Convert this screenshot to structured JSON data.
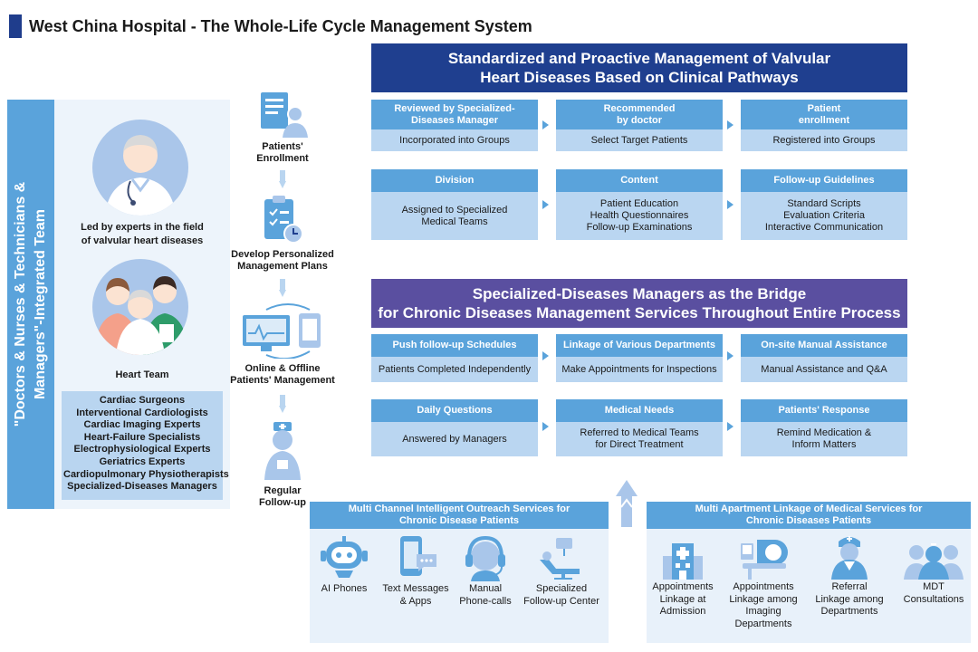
{
  "title": "West China Hospital - The Whole-Life Cycle Management System",
  "left_panel": {
    "vertical_text": [
      "\"Doctors & Nurses & Technicians &",
      "Managers\"-Integrated Team"
    ],
    "expert_caption": [
      "Led by experts in the field",
      "of valvular heart diseases"
    ],
    "team_caption": "Heart Team",
    "team_members": [
      "Cardiac Surgeons",
      "Interventional Cardiologists",
      "Cardiac Imaging Experts",
      "Heart-Failure Specialists",
      "Electrophysiological Experts",
      "Geriatrics Experts",
      "Cardiopulmonary Physiotherapists",
      "Specialized-Diseases Managers"
    ]
  },
  "flow": [
    {
      "label": [
        "Patients'",
        "Enrollment"
      ],
      "icon": "patient-document-icon"
    },
    {
      "label": [
        "Develop Personalized",
        "Management Plans"
      ],
      "icon": "clipboard-clock-icon"
    },
    {
      "label": [
        "Online & Offline",
        "Patients' Management"
      ],
      "icon": "monitor-sync-icon"
    },
    {
      "label": [
        "Regular",
        "Follow-up"
      ],
      "icon": "nurse-icon"
    }
  ],
  "section1": {
    "title": [
      "Standardized and Proactive Management of Valvular",
      "Heart Diseases Based on Clinical Pathways"
    ],
    "row1": [
      {
        "head": [
          "Reviewed by Specialized-",
          "Diseases Manager"
        ],
        "body": [
          "Incorporated into Groups"
        ]
      },
      {
        "head": [
          "Recommended",
          "by doctor"
        ],
        "body": [
          "Select Target Patients"
        ]
      },
      {
        "head": [
          "Patient",
          "enrollment"
        ],
        "body": [
          "Registered into Groups"
        ]
      }
    ],
    "row2": [
      {
        "head": [
          "Division"
        ],
        "body": [
          "Assigned to Specialized",
          "Medical Teams"
        ]
      },
      {
        "head": [
          "Content"
        ],
        "body": [
          "Patient Education",
          "Health Questionnaires",
          "Follow-up Examinations"
        ]
      },
      {
        "head": [
          "Follow-up Guidelines"
        ],
        "body": [
          "Standard Scripts",
          "Evaluation Criteria",
          "Interactive Communication"
        ]
      }
    ]
  },
  "section2": {
    "title": [
      "Specialized-Diseases Managers as the Bridge",
      "for Chronic Diseases Management Services Throughout Entire Process"
    ],
    "row1": [
      {
        "head": [
          "Push follow-up Schedules"
        ],
        "body": [
          "Patients Completed Independently"
        ]
      },
      {
        "head": [
          "Linkage of Various Departments"
        ],
        "body": [
          "Make Appointments for Inspections"
        ]
      },
      {
        "head": [
          "On-site Manual Assistance"
        ],
        "body": [
          "Manual Assistance and Q&A"
        ]
      }
    ],
    "row2": [
      {
        "head": [
          "Daily Questions"
        ],
        "body": [
          "Answered by Managers"
        ]
      },
      {
        "head": [
          "Medical Needs"
        ],
        "body": [
          "Referred to Medical Teams",
          "for Direct Treatment"
        ]
      },
      {
        "head": [
          "Patients' Response"
        ],
        "body": [
          "Remind Medication &",
          "Inform Matters"
        ]
      }
    ]
  },
  "bottom_left": {
    "title": [
      "Multi Channel Intelligent Outreach Services for",
      "Chronic Disease Patients"
    ],
    "items": [
      {
        "label": [
          "AI Phones"
        ],
        "icon": "robot-icon"
      },
      {
        "label": [
          "Text Messages",
          "& Apps"
        ],
        "icon": "smartphone-chat-icon"
      },
      {
        "label": [
          "Manual",
          "Phone-calls"
        ],
        "icon": "headset-icon"
      },
      {
        "label": [
          "Specialized",
          "Follow-up Center"
        ],
        "icon": "dental-chair-icon"
      }
    ]
  },
  "bottom_right": {
    "title": [
      "Multi Apartment Linkage of Medical Services for",
      "Chronic Diseases Patients"
    ],
    "items": [
      {
        "label": [
          "Appointments",
          "Linkage at",
          "Admission"
        ],
        "icon": "hospital-building-icon"
      },
      {
        "label": [
          "Appointments",
          "Linkage among",
          "Imaging",
          "Departments"
        ],
        "icon": "mri-scanner-icon"
      },
      {
        "label": [
          "Referral",
          "Linkage among",
          "Departments"
        ],
        "icon": "doctor-icon"
      },
      {
        "label": [
          "MDT",
          "Consultations"
        ],
        "icon": "medical-team-icon"
      }
    ]
  },
  "colors": {
    "navy": "#1f3f8f",
    "purple": "#5a4fa0",
    "accent_blue": "#5aa3db",
    "light_blue": "#bad6f1"
  }
}
